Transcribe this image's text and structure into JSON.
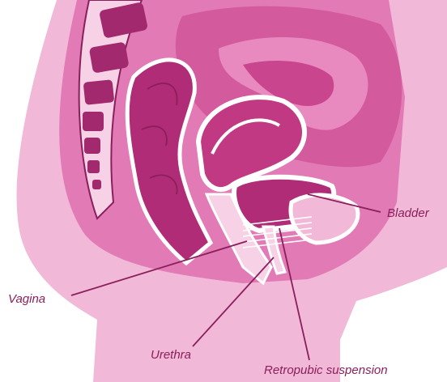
{
  "labels": {
    "bladder": "Bladder",
    "vagina": "Vagina",
    "urethra": "Urethra",
    "suspension": "Retropubic suspension"
  },
  "colors": {
    "tissue_light": "#f2b8d8",
    "tissue_mid": "#e07ab4",
    "tissue_dark": "#b02c77",
    "outline": "#8a1f5c",
    "white": "#ffffff"
  }
}
